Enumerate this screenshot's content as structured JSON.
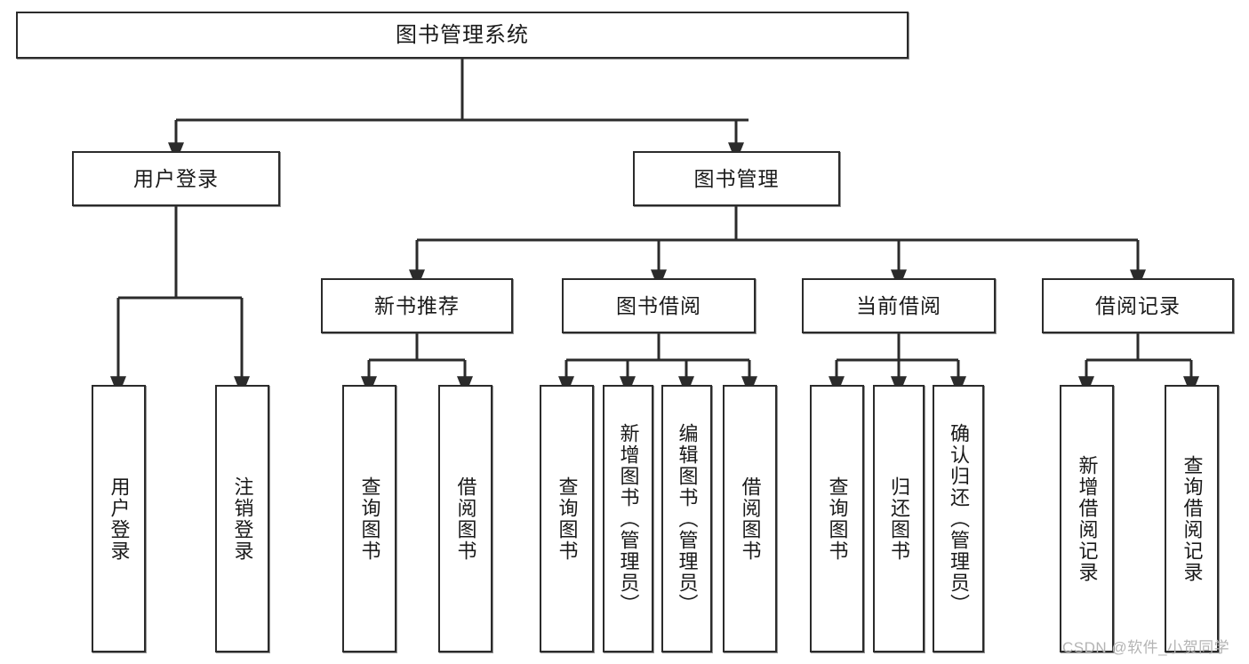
{
  "diagram": {
    "type": "tree",
    "title": "图书管理系统",
    "orientation": "top-down",
    "colors": {
      "border": "#2b2b2b",
      "fill": "#ffffff",
      "text": "#1a1a1a",
      "edge": "#2b2b2b",
      "watermark": "#b4b4b4"
    },
    "root": {
      "label": "图书管理系统"
    },
    "level2": [
      {
        "label": "用户登录"
      },
      {
        "label": "图书管理"
      }
    ],
    "level3": [
      {
        "label": "新书推荐"
      },
      {
        "label": "图书借阅"
      },
      {
        "label": "当前借阅"
      },
      {
        "label": "借阅记录"
      }
    ],
    "leaves": {
      "user_login": [
        {
          "label": "用户登录"
        },
        {
          "label": "注销登录"
        }
      ],
      "new_book_recommend": [
        {
          "label": "查询图书"
        },
        {
          "label": "借阅图书"
        }
      ],
      "book_borrow": [
        {
          "label": "查询图书"
        },
        {
          "label": "新增图书（管理员）"
        },
        {
          "label": "编辑图书（管理员）"
        },
        {
          "label": "借阅图书"
        }
      ],
      "current_borrow": [
        {
          "label": "查询图书"
        },
        {
          "label": "归还图书"
        },
        {
          "label": "确认归还（管理员）"
        }
      ],
      "borrow_record": [
        {
          "label": "新增借阅记录"
        },
        {
          "label": "查询借阅记录"
        }
      ]
    }
  },
  "watermark": {
    "text": "CSDN @软件_小贺同学"
  }
}
